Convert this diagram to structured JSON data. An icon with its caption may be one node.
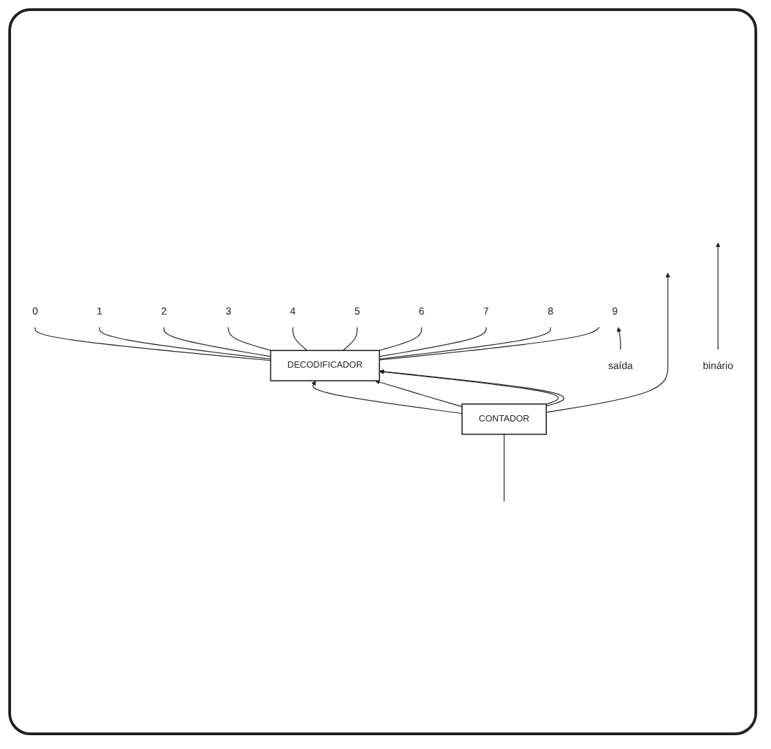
{
  "diagram": {
    "nodes": [
      {
        "text": [
          "0"
        ]
      },
      {
        "text": [
          "1"
        ]
      },
      {
        "text": [
          "2"
        ]
      },
      {
        "text": [
          "3"
        ]
      },
      {
        "text": [
          "4"
        ]
      },
      {
        "text": [
          "5"
        ]
      },
      {
        "text": [
          "6"
        ]
      },
      {
        "text": [
          "7"
        ]
      },
      {
        "text": [
          "8"
        ]
      },
      {
        "text": [
          "9"
        ]
      },
      {
        "text": [
          "saída"
        ]
      },
      {
        "text": [
          "DECODIFICADOR"
        ]
      },
      {
        "text": [
          "binário"
        ]
      },
      {
        "text": [
          "CONTADOR"
        ]
      }
    ],
    "edges": [
      {
        "from": 11,
        "to": 0,
        "arrow": "none"
      },
      {
        "from": 11,
        "to": 1,
        "arrow": "none"
      },
      {
        "from": 11,
        "to": 2,
        "arrow": "none"
      },
      {
        "from": 11,
        "to": 3,
        "arrow": "none"
      },
      {
        "from": 11,
        "to": 4,
        "arrow": "none"
      },
      {
        "from": 11,
        "to": 5,
        "arrow": "none"
      },
      {
        "from": 11,
        "to": 6,
        "arrow": "none"
      },
      {
        "from": 11,
        "to": 7,
        "arrow": "none"
      },
      {
        "from": 11,
        "to": 8,
        "arrow": "none"
      },
      {
        "from": 11,
        "to": 9,
        "arrow": "none"
      },
      {
        "from": 10,
        "to": 9,
        "arrow": "to"
      },
      {
        "from": 13,
        "to": 11,
        "arrow": "to"
      },
      {
        "from": 13,
        "to": 11,
        "arrow": "to"
      },
      {
        "from": 13,
        "to": 11,
        "arrow": "to"
      },
      {
        "from": 13,
        "to": 11,
        "arrow": "to"
      },
      {
        "from": 12,
        "to": null,
        "arrow": "to"
      },
      {
        "from": null,
        "to": 13,
        "arrow": "none"
      },
      {
        "from": 13,
        "to": null,
        "arrow": "to"
      }
    ]
  }
}
